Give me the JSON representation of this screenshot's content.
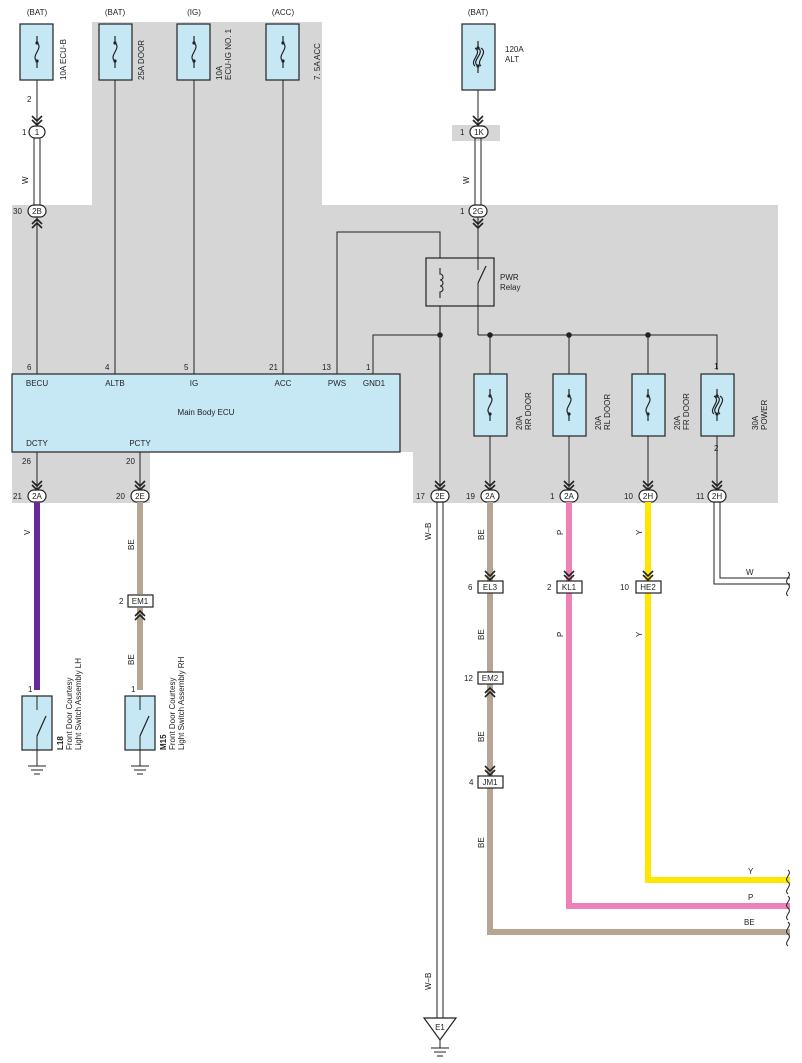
{
  "colors": {
    "block": "#d6d6d6",
    "ecu_fill": "#c6e8f5",
    "fuse_fill": "#c6e8f5",
    "wire_black": "#222222",
    "wire_v": "#6a2a96",
    "wire_be": "#b7a594",
    "wire_p": "#ee82b8",
    "wire_y": "#ffe600"
  },
  "top_sources": [
    {
      "source": "(BAT)",
      "label": "10A ECU-B"
    },
    {
      "source": "(BAT)",
      "label": "25A DOOR"
    },
    {
      "source": "(IG)",
      "label_line1": "10A",
      "label_line2": "ECU-IG NO. 1"
    },
    {
      "source": "(ACC)",
      "label": "7. 5A ACC"
    },
    {
      "source": "(BAT)",
      "label_line1": "120A",
      "label_line2": "ALT"
    }
  ],
  "pins": {
    "ecub_out": "2",
    "c1_left": "1",
    "k1_left": "1",
    "b2_left": "30",
    "g2_left": "1",
    "ecu_becu": "6",
    "ecu_altb": "4",
    "ecu_ig": "5",
    "ecu_acc": "21",
    "ecu_pws": "13",
    "ecu_gnd1": "1",
    "power_top": "1",
    "power_bottom": "2",
    "dcty": "26",
    "pcty": "20",
    "a2_dcty": "21",
    "e2_pcty": "20",
    "e2_gnd": "17",
    "a2_rr": "19",
    "a2_rl": "1",
    "h2_fr": "10",
    "h2_power": "11",
    "em1": "2",
    "sw_l18": "1",
    "sw_m15": "1",
    "el3": "6",
    "kl1": "2",
    "he2": "10",
    "em2": "12",
    "jm1": "4"
  },
  "connectors": {
    "c1": "1",
    "k1": "1K",
    "b2": "2B",
    "g2": "2G",
    "a2": "2A",
    "e2": "2E",
    "h2": "2H",
    "em1": "EM1",
    "el3": "EL3",
    "kl1": "KL1",
    "he2": "HE2",
    "em2": "EM2",
    "jm1": "JM1"
  },
  "wire_colors": {
    "w": "W",
    "v": "V",
    "be": "BE",
    "wb": "W–B",
    "p": "P",
    "y": "Y"
  },
  "relay": {
    "line1": "PWR",
    "line2": "Relay"
  },
  "ecu": {
    "title": "Main Body ECU",
    "pins_top": [
      "BECU",
      "ALTB",
      "IG",
      "ACC",
      "PWS",
      "GND1"
    ],
    "pins_bottom": [
      "DCTY",
      "PCTY"
    ]
  },
  "fuses_right": [
    {
      "amp": "20A",
      "name": "RR DOOR"
    },
    {
      "amp": "20A",
      "name": "RL DOOR"
    },
    {
      "amp": "20A",
      "name": "FR DOOR"
    },
    {
      "amp": "30A",
      "name": "POWER"
    }
  ],
  "switches": [
    {
      "code": "L18",
      "line1": "Front Door Courtesy",
      "line2": "Light Switch Assembly LH"
    },
    {
      "code": "M15",
      "line1": "Front Door Courtesy",
      "line2": "Light Switch Assembly RH"
    }
  ],
  "ground": {
    "label": "E1"
  }
}
